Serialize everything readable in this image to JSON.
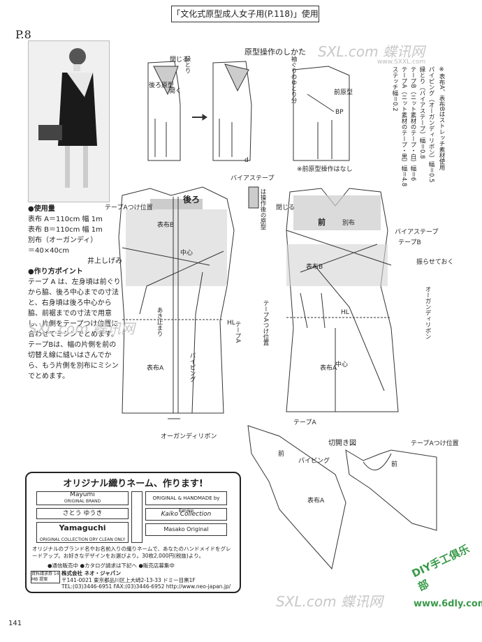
{
  "header": {
    "title": "「文化式原型成人女子用(P.118)」使用"
  },
  "page": {
    "label": "P.8",
    "number": "141"
  },
  "watermarks": {
    "sxxl_logo": "SXL.com 蝶讯网",
    "sxxl_url": "www.SXXL.com",
    "diy_club": "DIY手工俱乐部",
    "diy_url": "www.6dly.com"
  },
  "notes": {
    "materials_heading": "●使用量",
    "line1": "表布 A＝110cm 幅 1m",
    "line2": "表布 B＝110cm 幅 1m",
    "line3": "別布（オーガンディ）",
    "line4": "＝40×40cm",
    "author": "井上しげみ",
    "points_heading": "●作り方ポイント",
    "points_text": "テープ A は、左身頃は前ぐりから脇、後ろ中心までの寸法と、右身頃は後ろ中心から脇、前裾までの寸法で用意し、片側をテープつけ位置に合わせてミシンでとめます。テープBは、幅の片側を前の切替え線に縫いはさんでから、もう片側を別布にミシンでとめます。"
  },
  "top_diagram": {
    "title": "原型操作のしかた",
    "close_label": "閉じる",
    "open_label": "開く",
    "back_proto": "後ろ原型",
    "front_proto": "前原型",
    "armhole_ease": "袖ぐりのゆとり分",
    "bp": "BP",
    "front_note": "※前原型操作はなし",
    "d": "d"
  },
  "spec_notes": {
    "stitch": "ステッチ幅＝0.2",
    "tape_a": "テープA（ニット素材のテープ・黒）幅＝4.8",
    "tape_b": "テープB（ニット素材のテープ・白）幅＝6",
    "binding": "縁とり（バイアステープ）幅＝0.8",
    "piping": "パイピング（オーガンディリボン）幅＝0.5",
    "note": "※表布A、表布Bはストレッチ素材使用"
  },
  "legend": {
    "text": "は操作後の原型"
  },
  "back_pattern": {
    "back": "後ろ",
    "center": "中心",
    "bias": "バイアステープ",
    "edge": "縁とり",
    "fabric_b": "表布B",
    "fabric_a": "表布A",
    "tape_a_pos": "テープAつけ位置",
    "organdy": "オーガンディリボン",
    "piping": "パイピング",
    "tape_a": "テープA",
    "akimi": "あき止まり",
    "hl": "HL"
  },
  "front_pattern": {
    "front": "前",
    "betsu": "別布",
    "fabric_b": "表布B",
    "fabric_a": "表布A",
    "center": "中心",
    "bias": "バイアステープ",
    "tape_b": "テープB",
    "gather": "振らせておく",
    "organdy_ribbon": "オーガンディリボン",
    "tape_a_pos": "テープAつけ位置",
    "tape_a": "テープA",
    "close": "閉じる",
    "hl": "HL"
  },
  "kirihiraki": {
    "title": "切開き図",
    "front": "前",
    "piping": "パイピング",
    "fabric_a": "表布A",
    "tape_a_pos": "テープAつけ位置"
  },
  "ad": {
    "title": "オリジナル織りネーム、作ります!",
    "brand1": "Mayumi",
    "brand1_sub": "ORIGINAL BRAND",
    "brand2": "さとう ゆうき",
    "brand3": "Yamaguchi",
    "brand3_sub": "ORIGINAL COLLECTION  DRY CLEAN ONLY",
    "brand4": "ORIGINAL & HANDMADE by Emiko",
    "brand5": "Kaiko Collection",
    "brand6": "Masako Original",
    "desc": "オリジナルのブランド名やお名前入りの織りネームで、あなたのハンドメイドをグレードアップ。お好きなデザインをお選びより。30枚2,000円(税抜)より。",
    "item1": "●通信販売中",
    "item2": "●カタログ請求は下記へ",
    "item3": "●販売店募集中",
    "company": "株式会社 ネオ・ジャパン",
    "address": "〒141-0021 東京都品川区上大崎2-13-33 ドミー目黒1F",
    "tel": "TEL:(03)3446-6951 FAX:(03)3446-6952 http://www.neo-japan.jp/",
    "code": "資料請求券 14 MB 提案"
  }
}
